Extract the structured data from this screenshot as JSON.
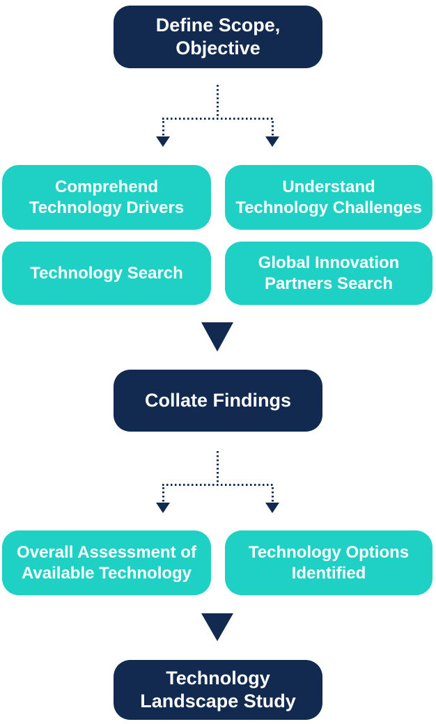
{
  "colors": {
    "navy": "#122A4F",
    "teal": "#1FD1C4",
    "background": "#FFFFFF",
    "node_text": "#FFFFFF"
  },
  "diagram": {
    "type": "flowchart",
    "direction": "top-down"
  },
  "nodes": [
    {
      "id": "define-scope-objective",
      "label": "Define Scope,\nObjective",
      "type": "primary"
    },
    {
      "id": "comprehend-technology-drivers",
      "label": "Comprehend\nTechnology Drivers",
      "type": "secondary"
    },
    {
      "id": "understand-technology-challenges",
      "label": "Understand\nTechnology Challenges",
      "type": "secondary"
    },
    {
      "id": "technology-search",
      "label": "Technology Search",
      "type": "secondary"
    },
    {
      "id": "global-innovation-partners-search",
      "label": "Global Innovation\nPartners Search",
      "type": "secondary"
    },
    {
      "id": "collate-findings",
      "label": "Collate Findings",
      "type": "primary"
    },
    {
      "id": "overall-assessment",
      "label": "Overall Assessment of\nAvailable Technology",
      "type": "secondary"
    },
    {
      "id": "technology-options-identified",
      "label": "Technology Options\nIdentified",
      "type": "secondary"
    },
    {
      "id": "technology-landscape-study",
      "label": "Technology\nLandscape Study",
      "type": "primary"
    }
  ],
  "edges": [
    {
      "from": "define-scope-objective",
      "to": [
        "comprehend-technology-drivers",
        "understand-technology-challenges"
      ],
      "style": "dotted-branch-arrows"
    },
    {
      "from": "search-row",
      "to": "collate-findings",
      "style": "solid-triangle-arrow"
    },
    {
      "from": "collate-findings",
      "to": [
        "overall-assessment",
        "technology-options-identified"
      ],
      "style": "dotted-branch-arrows"
    },
    {
      "from": "assessment-row",
      "to": "technology-landscape-study",
      "style": "solid-triangle-arrow"
    }
  ]
}
